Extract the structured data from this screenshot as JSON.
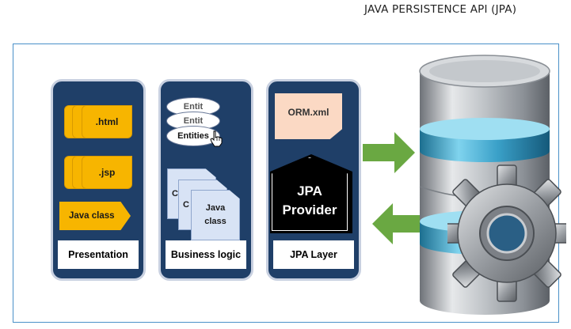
{
  "header": {
    "title": "JAVA PERSISTENCE API (JPA)"
  },
  "diagram": {
    "presentation": {
      "label": "Presentation",
      "files": [
        ".html",
        ".jsp"
      ],
      "java_class": "Java class"
    },
    "business_logic": {
      "label": "Business logic",
      "entity_top_1": "Entit",
      "entity_top_2": "Entit",
      "entity_front": "Entities",
      "class_back_1": "C",
      "class_back_2": "C",
      "class_front": [
        "Java",
        "class"
      ]
    },
    "jpa_layer": {
      "label": "JPA Layer",
      "orm_file": "ORM.xml",
      "provider_lines": [
        "JPA",
        "Provider"
      ]
    },
    "colors": {
      "panel": "#1f3f68",
      "file_yellow": "#f7b500",
      "arrow_green": "#6aa842",
      "db_teal": "#3aa0c8",
      "frame_border": "#4a90c8"
    },
    "icons": [
      "database-icon",
      "gear-icon",
      "hand-cursor-icon",
      "arrow-right-icon",
      "arrow-left-icon"
    ]
  }
}
